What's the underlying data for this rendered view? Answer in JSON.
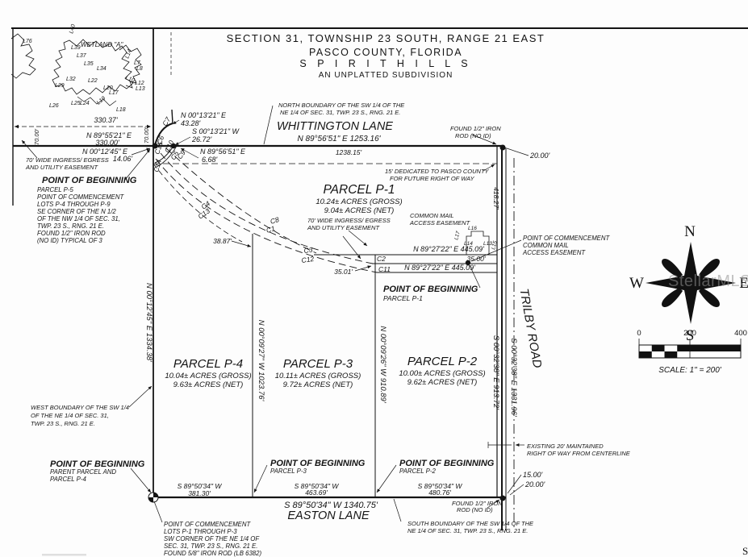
{
  "title": {
    "l1": "SECTION 31, TOWNSHIP 23 SOUTH, RANGE 21 EAST",
    "l2": "PASCO COUNTY, FLORIDA",
    "l3": "S P I R I T    H I L L S",
    "l4": "AN UNPLATTED SUBDIVISION"
  },
  "wetland": {
    "name": "WETLAND \"A\"",
    "labels": [
      "L76",
      "L40",
      "L39",
      "L37",
      "L35",
      "L34",
      "L32",
      "L22",
      "L29",
      "L20",
      "L17",
      "L26",
      "L25",
      "L24",
      "L19",
      "L18",
      "L7",
      "L8",
      "L10",
      "L12",
      "L13",
      "L14"
    ]
  },
  "meas": {
    "m33037": "330.37'",
    "n895521": "N 89°55'21\" E",
    "m33000": "330.00'",
    "n001245": "N 00°12'45\" E",
    "m1406": "14.06'",
    "v70a": "70.00'",
    "v70b": "70.00'",
    "n001321": "N 00°13'21\" E",
    "m4328": "43.28'",
    "s001321": "S 00°13'21\" W",
    "m2672": "26.72'",
    "n895651": "N 89°56'51\" E",
    "m668": "6.68'"
  },
  "easement_note": {
    "l0": "70' WIDE INGRESS/ EGRESS",
    "l1": "AND UTILITY EASEMENT"
  },
  "pob_p5": [
    "POINT OF BEGINNING",
    "PARCEL P-5",
    "POINT OF COMMENCEMENT",
    "LOTS P-4 THROUGH  P-9",
    "SE CORNER OF THE N 1/2",
    "OF THE NW 1/4 OF SEC. 31,",
    "TWP. 23 S., RNG. 21 E.",
    "FOUND 1/2\" IRON ROD",
    "(NO ID) TYPICAL OF 3"
  ],
  "whittington": {
    "note0": "NORTH BOUNDARY OF THE SW 1/4 OF THE",
    "note1": "NE 1/4 OF SEC. 31, TWP. 23 S., RNG. 21 E.",
    "name": "WHITTINGTON  LANE",
    "bearing": "N 89°56'51\" E   1253.16'",
    "sub": "1238.15'"
  },
  "topright": {
    "found0": "FOUND 1/2\" IRON",
    "found1": "ROD (NO ID)",
    "d20": "20.00'",
    "ded0": "15' DEDICATED TO PASCO COUNTY",
    "ded1": "FOR FUTURE RIGHT OF WAY",
    "v41827": "418.27'"
  },
  "p1": {
    "name": "PARCEL P-1",
    "gross": "10.24± ACRES (GROSS)",
    "net": "9.04± ACRES (NET)",
    "e445a": "N 89°27'22\" E   445.09'",
    "d3500": "35.00'",
    "e445b": "N 89°27'22\" E   445.09'",
    "d3501": "35.01'",
    "d3887": "38.87'",
    "pob0": "POINT OF BEGINNING",
    "pob1": "PARCEL P-1",
    "mail0": "COMMON MAIL",
    "mail1": "ACCESS EASEMENT"
  },
  "pocmail": {
    "l0": "POINT OF COMMENCEMENT",
    "l1": "COMMON MAIL",
    "l2": "ACCESS EASEMENT"
  },
  "mailbox": {
    "l16": "L16",
    "l17": "L17",
    "l14": "L14",
    "l13": "L13",
    "l15": "L15"
  },
  "west_note": [
    "WEST BOUNDARY OF THE SW 1/4",
    "OF THE NE 1/4 OF SEC. 31,",
    "TWP. 23 S., RNG. 21 E."
  ],
  "vert": {
    "west": "N 00°12'45\" E   1334.38'",
    "div1": "N 00°09'27\" W   1023.76'",
    "div2": "N 00°09'26\" W   910.89'",
    "tw": "S 00°32'38\" E   913.72'",
    "tc": "S 00°32'38\" E   1331.96'",
    "trilby": "TRILBY  ROAD"
  },
  "parcels": {
    "p4": {
      "name": "PARCEL P-4",
      "gross": "10.04± ACRES (GROSS)",
      "net": "9.63± ACRES (NET)"
    },
    "p3": {
      "name": "PARCEL P-3",
      "gross": "10.11± ACRES (GROSS)",
      "net": "9.72± ACRES (NET)"
    },
    "p2": {
      "name": "PARCEL P-2",
      "gross": "10.00± ACRES (GROSS)",
      "net": "9.62± ACRES (NET)"
    }
  },
  "bottom": {
    "pob_parent": [
      "POINT OF BEGINNING",
      "PARENT PARCEL AND",
      "PARCEL P-4"
    ],
    "pob_p3": [
      "POINT OF BEGINNING",
      "PARCEL P-3"
    ],
    "pob_p2": [
      "POINT OF BEGINNING",
      "PARCEL P-2"
    ],
    "b381a": "S 89°50'34\" W",
    "b381b": "381.30'",
    "b463a": "S 89°50'34\" W",
    "b463b": "463.69'",
    "b480a": "S 89°50'34\" W",
    "b480b": "480.76'",
    "easton_bearing": "S 89°50'34\" W   1340.75'",
    "easton": "EASTON  LANE",
    "found0": "FOUND 1/2\" IRON",
    "found1": "ROD (NO ID)",
    "south0": "SOUTH BOUNDARY OF THE SW 1/4 OF THE",
    "south1": "NE 1/4 OF SEC. 31, TWP. 23 S., RNG. 21 E.",
    "poc": [
      "POINT OF COMMENCEMENT",
      "LOTS P-1 THROUGH P-3",
      "SW CORNER OF THE NE 1/4 OF",
      "SEC. 31, TWP. 23 S., RNG. 21 E.",
      "FOUND 5/8\" IRON ROD (LB 6382)"
    ],
    "d15": "15.00'",
    "d20": "20.00'",
    "row0": "EXISTING 20' MAINTAINED",
    "row1": "RIGHT OF WAY FROM CENTERLINE"
  },
  "curves": {
    "c1": "C1",
    "c2": "C2",
    "c3": "C3",
    "c4": "C4",
    "c5": "C5",
    "c6": "C6",
    "c7": "C7",
    "c8": "C8",
    "c9": "C9",
    "c10": "C10",
    "c11": "C11",
    "c12": "C12",
    "c13": "C13",
    "c14": "C14",
    "c15": "C15"
  },
  "compass": {
    "n": "N",
    "s": "S",
    "e": "E",
    "w": "W"
  },
  "scalebar": {
    "t0": "0",
    "t200": "200",
    "t400": "400",
    "label": "SCALE:  1\" =  200'"
  },
  "watermark": "StellarMLS",
  "corner_s": "S"
}
